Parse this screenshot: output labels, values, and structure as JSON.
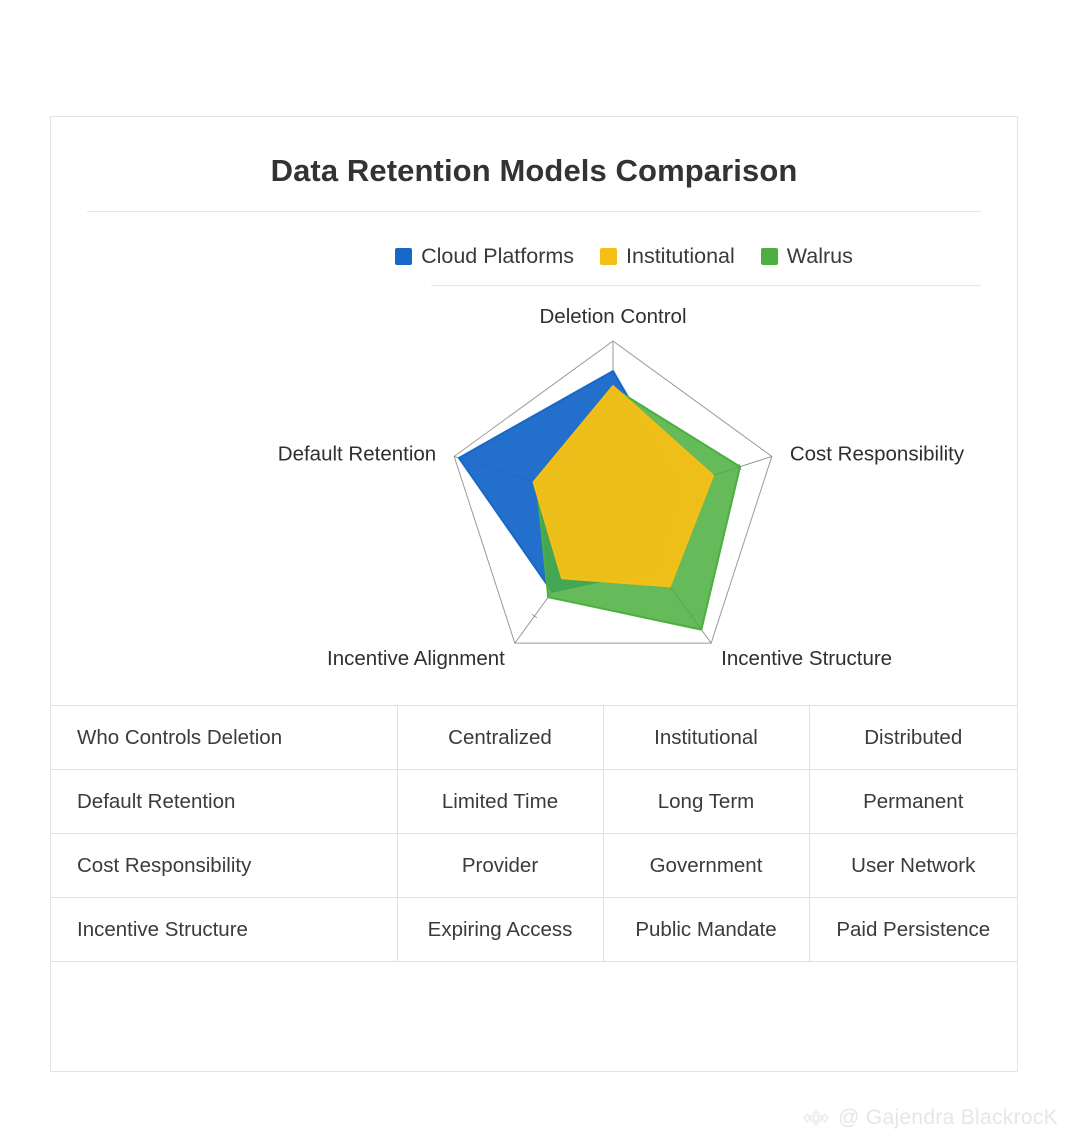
{
  "card": {
    "title": "Data Retention Models Comparison"
  },
  "legend": {
    "items": [
      {
        "label": "Cloud Platforms",
        "color": "#1668C8",
        "icon": "legend-swatch-blue"
      },
      {
        "label": "Institutional",
        "color": "#F5BF16",
        "icon": "legend-swatch-yellow"
      },
      {
        "label": "Walrus",
        "color": "#4CAF3F",
        "icon": "legend-swatch-green"
      }
    ]
  },
  "chart_data": {
    "type": "radar",
    "title": "Data Retention Models Comparison",
    "categories": [
      "Deletion Control",
      "Cost Responsibility",
      "Incentive Structure",
      "Incentive Alignment",
      "Default Retention"
    ],
    "rlim": [
      0,
      100
    ],
    "grid": true,
    "rings": 1,
    "legend_position": "top",
    "series": [
      {
        "name": "Cloud Platforms",
        "color": "#1668C8",
        "values": [
          82,
          42,
          45,
          62,
          97
        ]
      },
      {
        "name": "Institutional",
        "color": "#F5BF16",
        "values": [
          73,
          63,
          58,
          52,
          50
        ]
      },
      {
        "name": "Walrus",
        "color": "#4CAF3F",
        "values": [
          72,
          80,
          90,
          66,
          48
        ]
      }
    ]
  },
  "table": {
    "rows": [
      {
        "label": "Who Controls Deletion",
        "cloud": "Centralized",
        "institutional": "Institutional",
        "walrus": "Distributed",
        "muted": false
      },
      {
        "label": "Default Retention",
        "cloud": "Limited Time",
        "institutional": "Long Term",
        "walrus": "Permanent",
        "muted": true
      },
      {
        "label": "Cost Responsibility",
        "cloud": "Provider",
        "institutional": "Government",
        "walrus": "User Network",
        "muted": false
      },
      {
        "label": "Incentive Structure",
        "cloud": "Expiring Access",
        "institutional": "Public Mandate",
        "walrus": "Paid Persistence",
        "muted": false
      }
    ]
  },
  "watermark": {
    "handle": "@ Gajendra BlackrocK",
    "icon": "diamond-logo-icon"
  }
}
